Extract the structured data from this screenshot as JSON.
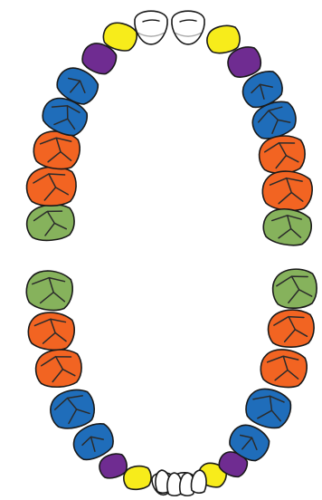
{
  "palette": {
    "incisor": "#ffffff",
    "canine": "#f7ec1b",
    "first_premolar": "#6f2c91",
    "second_premolar": "#1f6dba",
    "first_molar": "#1f6dba",
    "second_molar": "#f26422",
    "third_molar": "#f26422",
    "wisdom": "#86b25c"
  },
  "arches": [
    {
      "name": "upper-arch",
      "teeth": [
        {
          "side": "left",
          "type": "wisdom",
          "icon": "molar-groove-icon"
        },
        {
          "side": "left",
          "type": "third_molar",
          "icon": "molar-groove-icon"
        },
        {
          "side": "left",
          "type": "second_molar",
          "icon": "molar-groove-icon"
        },
        {
          "side": "left",
          "type": "first_molar",
          "icon": "molar-groove-icon"
        },
        {
          "side": "left",
          "type": "second_premolar",
          "icon": "premolar-groove-icon"
        },
        {
          "side": "left",
          "type": "first_premolar",
          "icon": ""
        },
        {
          "side": "left",
          "type": "canine",
          "icon": ""
        },
        {
          "side": "left",
          "type": "incisor",
          "icon": "incisal-edge-icon"
        },
        {
          "side": "right",
          "type": "incisor",
          "icon": "incisal-edge-icon"
        },
        {
          "side": "right",
          "type": "canine",
          "icon": ""
        },
        {
          "side": "right",
          "type": "first_premolar",
          "icon": ""
        },
        {
          "side": "right",
          "type": "second_premolar",
          "icon": "premolar-groove-icon"
        },
        {
          "side": "right",
          "type": "first_molar",
          "icon": "molar-groove-icon"
        },
        {
          "side": "right",
          "type": "second_molar",
          "icon": "molar-groove-icon"
        },
        {
          "side": "right",
          "type": "third_molar",
          "icon": "molar-groove-icon"
        },
        {
          "side": "right",
          "type": "wisdom",
          "icon": "molar-groove-icon"
        }
      ]
    },
    {
      "name": "lower-arch",
      "teeth": [
        {
          "side": "left",
          "type": "wisdom",
          "icon": "molar-groove-icon"
        },
        {
          "side": "left",
          "type": "third_molar",
          "icon": "molar-groove-icon"
        },
        {
          "side": "left",
          "type": "second_molar",
          "icon": "molar-groove-icon"
        },
        {
          "side": "left",
          "type": "first_molar",
          "icon": "molar-groove-icon"
        },
        {
          "side": "left",
          "type": "second_premolar",
          "icon": "premolar-groove-icon"
        },
        {
          "side": "left",
          "type": "first_premolar",
          "icon": ""
        },
        {
          "side": "left",
          "type": "canine",
          "icon": ""
        },
        {
          "side": "left",
          "type": "incisor",
          "icon": ""
        },
        {
          "side": "left",
          "type": "incisor",
          "icon": ""
        },
        {
          "side": "right",
          "type": "incisor",
          "icon": ""
        },
        {
          "side": "right",
          "type": "incisor",
          "icon": ""
        },
        {
          "side": "right",
          "type": "canine",
          "icon": ""
        },
        {
          "side": "right",
          "type": "first_premolar",
          "icon": ""
        },
        {
          "side": "right",
          "type": "second_premolar",
          "icon": "premolar-groove-icon"
        },
        {
          "side": "right",
          "type": "first_molar",
          "icon": "molar-groove-icon"
        },
        {
          "side": "right",
          "type": "second_molar",
          "icon": "molar-groove-icon"
        },
        {
          "side": "right",
          "type": "third_molar",
          "icon": "molar-groove-icon"
        },
        {
          "side": "right",
          "type": "wisdom",
          "icon": "molar-groove-icon"
        }
      ]
    }
  ]
}
